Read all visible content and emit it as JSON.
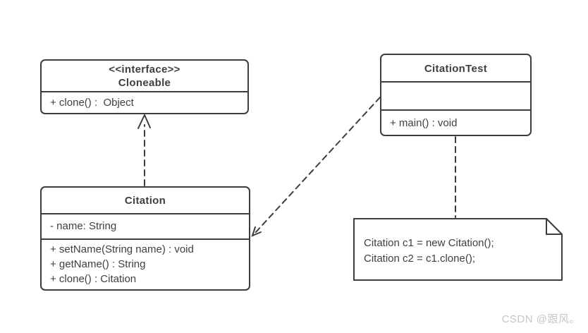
{
  "diagram": {
    "colors": {
      "stroke": "#3d3d3d",
      "text": "#3f3f3f",
      "background": "#ffffff",
      "watermark": "#c6c6c6"
    },
    "nodes": {
      "cloneable": {
        "stereotype": "<<interface>>",
        "name": "Cloneable",
        "methods": [
          "+ clone() :  Object"
        ]
      },
      "citation_test": {
        "name": "CitationTest",
        "methods": [
          "+ main() : void"
        ]
      },
      "citation": {
        "name": "Citation",
        "attributes": [
          "- name: String"
        ],
        "methods": [
          "+ setName(String name) : void",
          "+ getName() : String",
          "+ clone() : Citation"
        ]
      },
      "note": {
        "lines": [
          "Citation c1 = new Citation();",
          "Citation c2 = c1.clone();"
        ]
      }
    },
    "edges": [
      {
        "type": "realization",
        "from": "Citation",
        "to": "Cloneable",
        "line": "dashed",
        "arrowhead": "open"
      },
      {
        "type": "dependency",
        "from": "CitationTest",
        "to": "Citation",
        "line": "dashed",
        "arrowhead": "open"
      },
      {
        "type": "note-anchor",
        "from": "CitationTest",
        "to": "note",
        "line": "dashed",
        "arrowhead": "none"
      }
    ]
  },
  "watermark": {
    "text": "CSDN @跟风。"
  }
}
